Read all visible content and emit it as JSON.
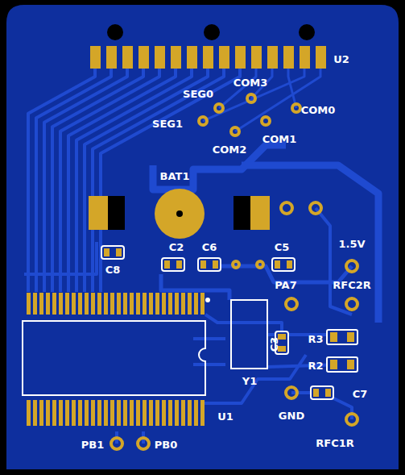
{
  "diagram": {
    "labels": [
      "U2",
      "SEG0",
      "COM3",
      "COM0",
      "SEG1",
      "COM1",
      "COM2",
      "BAT1",
      "C8",
      "C2",
      "C6",
      "C5",
      "1.5V",
      "PA7",
      "RFC2R",
      "C3",
      "R3",
      "R2",
      "Y1",
      "GND",
      "C7",
      "U1",
      "RFC1R",
      "PB1",
      "PB0"
    ]
  }
}
